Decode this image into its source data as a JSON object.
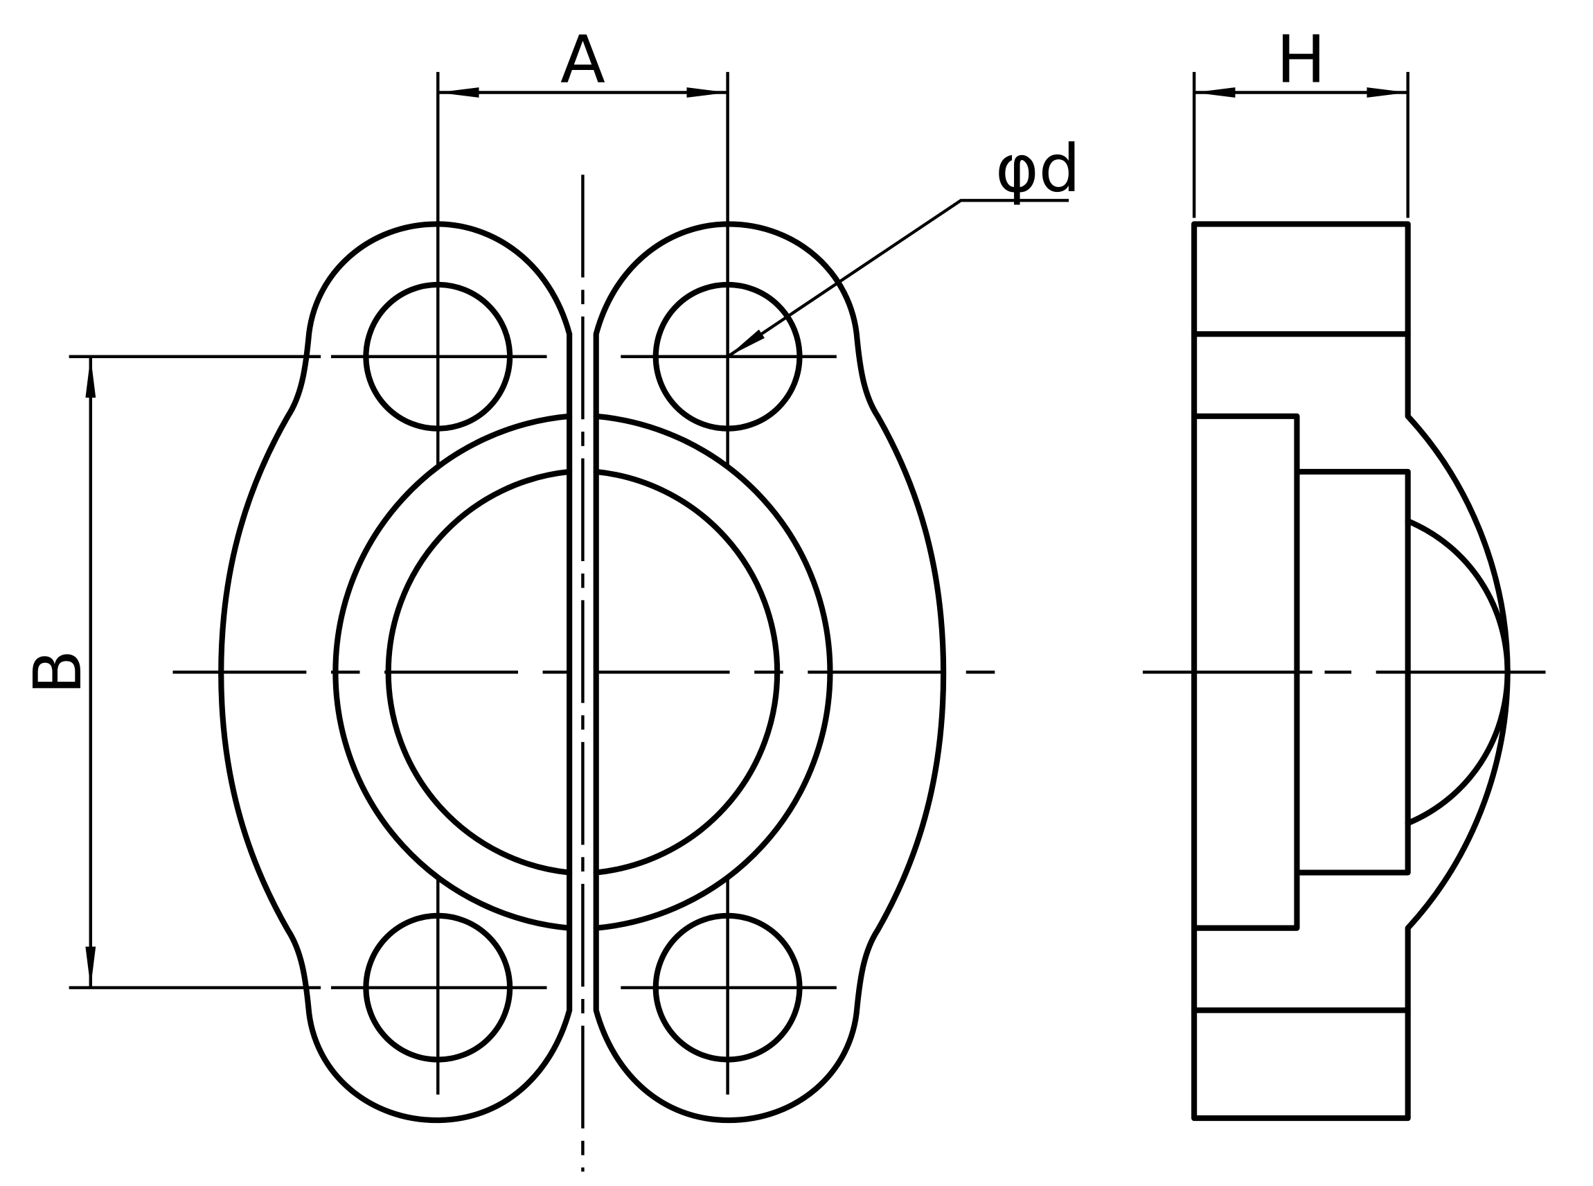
{
  "dimensions": {
    "a_label": "A",
    "b_label": "B",
    "h_label": "H",
    "d_label": "φd"
  }
}
